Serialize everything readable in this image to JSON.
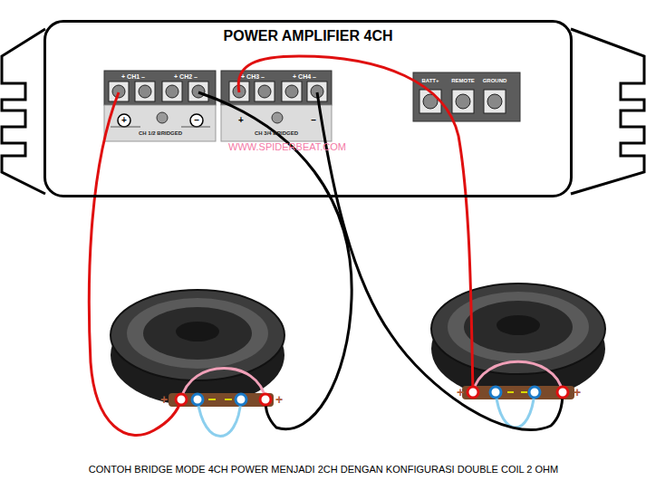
{
  "diagram": {
    "caption": "CONTOH BRIDGE MODE 4CH POWER MENJADI 2CH DENGAN KONFIGURASI DOUBLE COIL 2 OHM",
    "nodes": [
      {
        "text": [
          "POWER AMPLIFIER 4CH"
        ]
      }
    ],
    "labels": [
      "+ CH1 –",
      "+ CH2 –",
      "+ CH3 –",
      "+ CH4 –",
      "+",
      "CH 1/2 BRIDGED",
      "–",
      "+",
      "CH 3/4 BRIDGED",
      "–",
      "WWW.SPIDERBEAT.COM",
      "BATT+",
      "REMOTE",
      "GROUND",
      "+",
      "+",
      "+",
      "+"
    ]
  }
}
